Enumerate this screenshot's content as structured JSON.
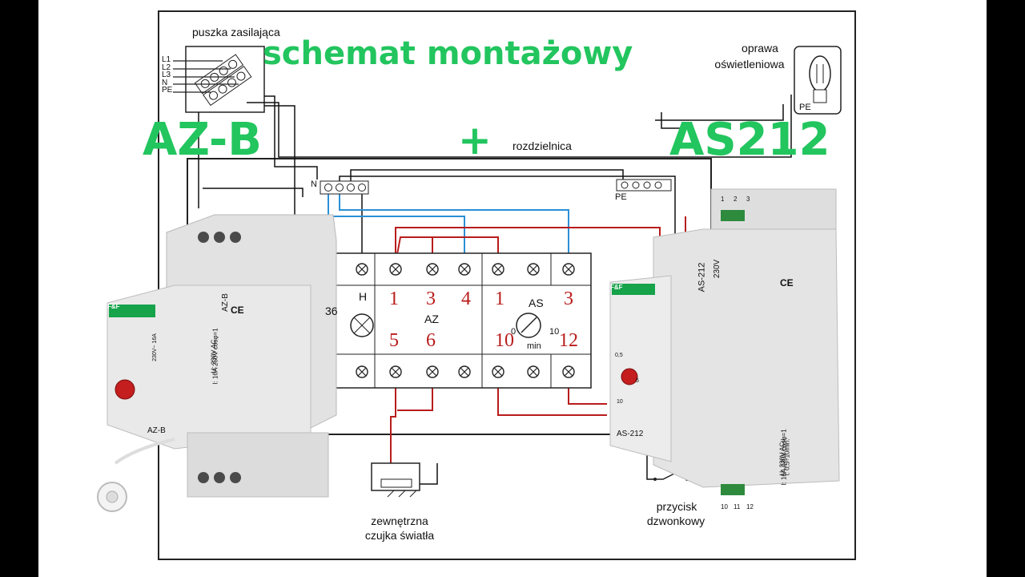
{
  "title": "schemat montażowy",
  "brand_left": "AZ-B",
  "plus": "+",
  "brand_right": "AS212",
  "labels": {
    "supply_box": "puszka zasilająca",
    "lamp_line1": "oprawa",
    "lamp_line2": "oświetleniowa",
    "distribution_board": "rozdzielnica",
    "sensor_line1": "zewnętrzna",
    "sensor_line2": "czujka światła",
    "button_line1": "przycisk",
    "button_line2": "dzwonkowy",
    "n_bar": "N",
    "pe_bar": "PE",
    "pe_lamp": "PE",
    "supply_lines": [
      "L1",
      "L2",
      "L3",
      "N",
      "PE"
    ]
  },
  "relay_block": {
    "h_label": "H",
    "az_label": "AZ",
    "as_label": "AS",
    "dial_min": "0",
    "dial_max": "10",
    "dial_unit": "min",
    "partial_label": "36",
    "top_terminals": [
      "1",
      "3",
      "4",
      "1",
      "3"
    ],
    "bottom_terminals": [
      "5",
      "6",
      "10",
      "12"
    ]
  },
  "device_az": {
    "name": "AZ-B",
    "name_bottom": "AZ-B",
    "spec1": "U: 230V AC",
    "spec2": "I: 16A 250V cosφ=1",
    "rating": "230V~ 16A",
    "logo": "F&F",
    "ce": "CE"
  },
  "device_as": {
    "name": "AS-212",
    "voltage": "230V",
    "name_bottom": "AS-212",
    "spec1": "U: 230V ACu",
    "spec2": "I: 16A 230V cosφ=1",
    "spec3": "t: 0,5÷10min.",
    "logo": "F&F",
    "ce": "CE",
    "dial_05": "0,5",
    "dial_10": "10",
    "dial_5": "5",
    "top_pins": [
      "1",
      "2",
      "3"
    ],
    "bottom_pins": [
      "10",
      "11",
      "12"
    ]
  },
  "colors": {
    "title_green": "#22c55e",
    "wire_red": "#b91c1c",
    "wire_blue": "#2b8fd6",
    "wire_black": "#111111",
    "device_grey": "#dcdcdc"
  }
}
